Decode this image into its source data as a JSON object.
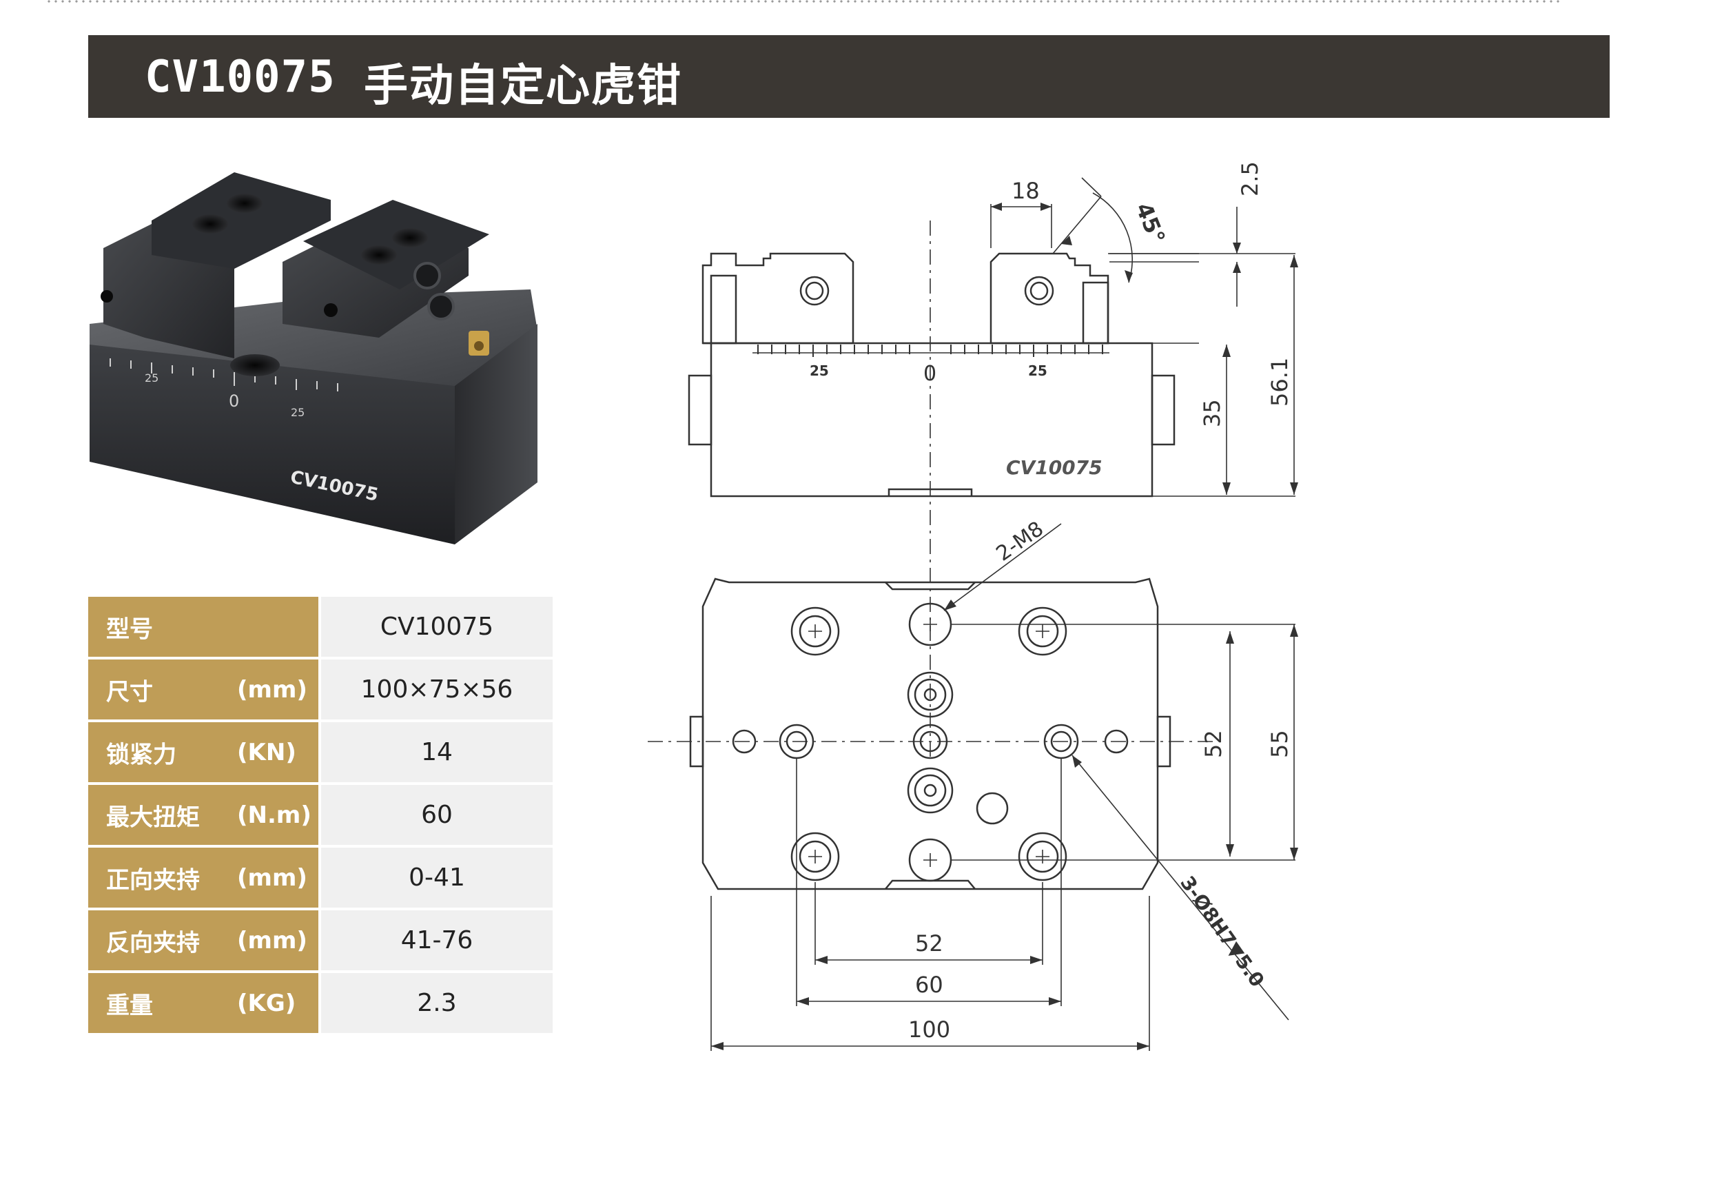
{
  "header": {
    "code": "CV10075",
    "name": "手动自定心虎钳"
  },
  "photo": {
    "body_code": "CV10075",
    "scale_left": "25",
    "scale_zero": "0",
    "scale_right": "25"
  },
  "specs": [
    {
      "label": "型号",
      "unit": "",
      "value": "CV10075"
    },
    {
      "label": "尺寸",
      "unit": "(mm)",
      "value": "100×75×56"
    },
    {
      "label": "锁紧力",
      "unit": "(KN)",
      "value": "14"
    },
    {
      "label": "最大扭矩",
      "unit": "(N.m)",
      "value": "60"
    },
    {
      "label": "正向夹持",
      "unit": "(mm)",
      "value": "0-41"
    },
    {
      "label": "反向夹持",
      "unit": "(mm)",
      "value": "41-76"
    },
    {
      "label": "重量",
      "unit": "(KG)",
      "value": "2.3"
    }
  ],
  "drawing": {
    "dims": {
      "d18": "18",
      "d45": "45°",
      "d25": "2.5",
      "d35": "35",
      "d561": "56.1",
      "dm8": "2-M8",
      "d52v": "52",
      "d55": "55",
      "d52h": "52",
      "d60": "60",
      "d100": "100",
      "dhole": "3-Ø8H7▼5.0"
    },
    "scale": {
      "left": "25",
      "zero": "0",
      "right": "25"
    },
    "body_code": "CV10075"
  },
  "colors": {
    "header_bg": "#3b3733",
    "label_bg": "#bf9d57",
    "value_bg": "#f0f0f0"
  }
}
